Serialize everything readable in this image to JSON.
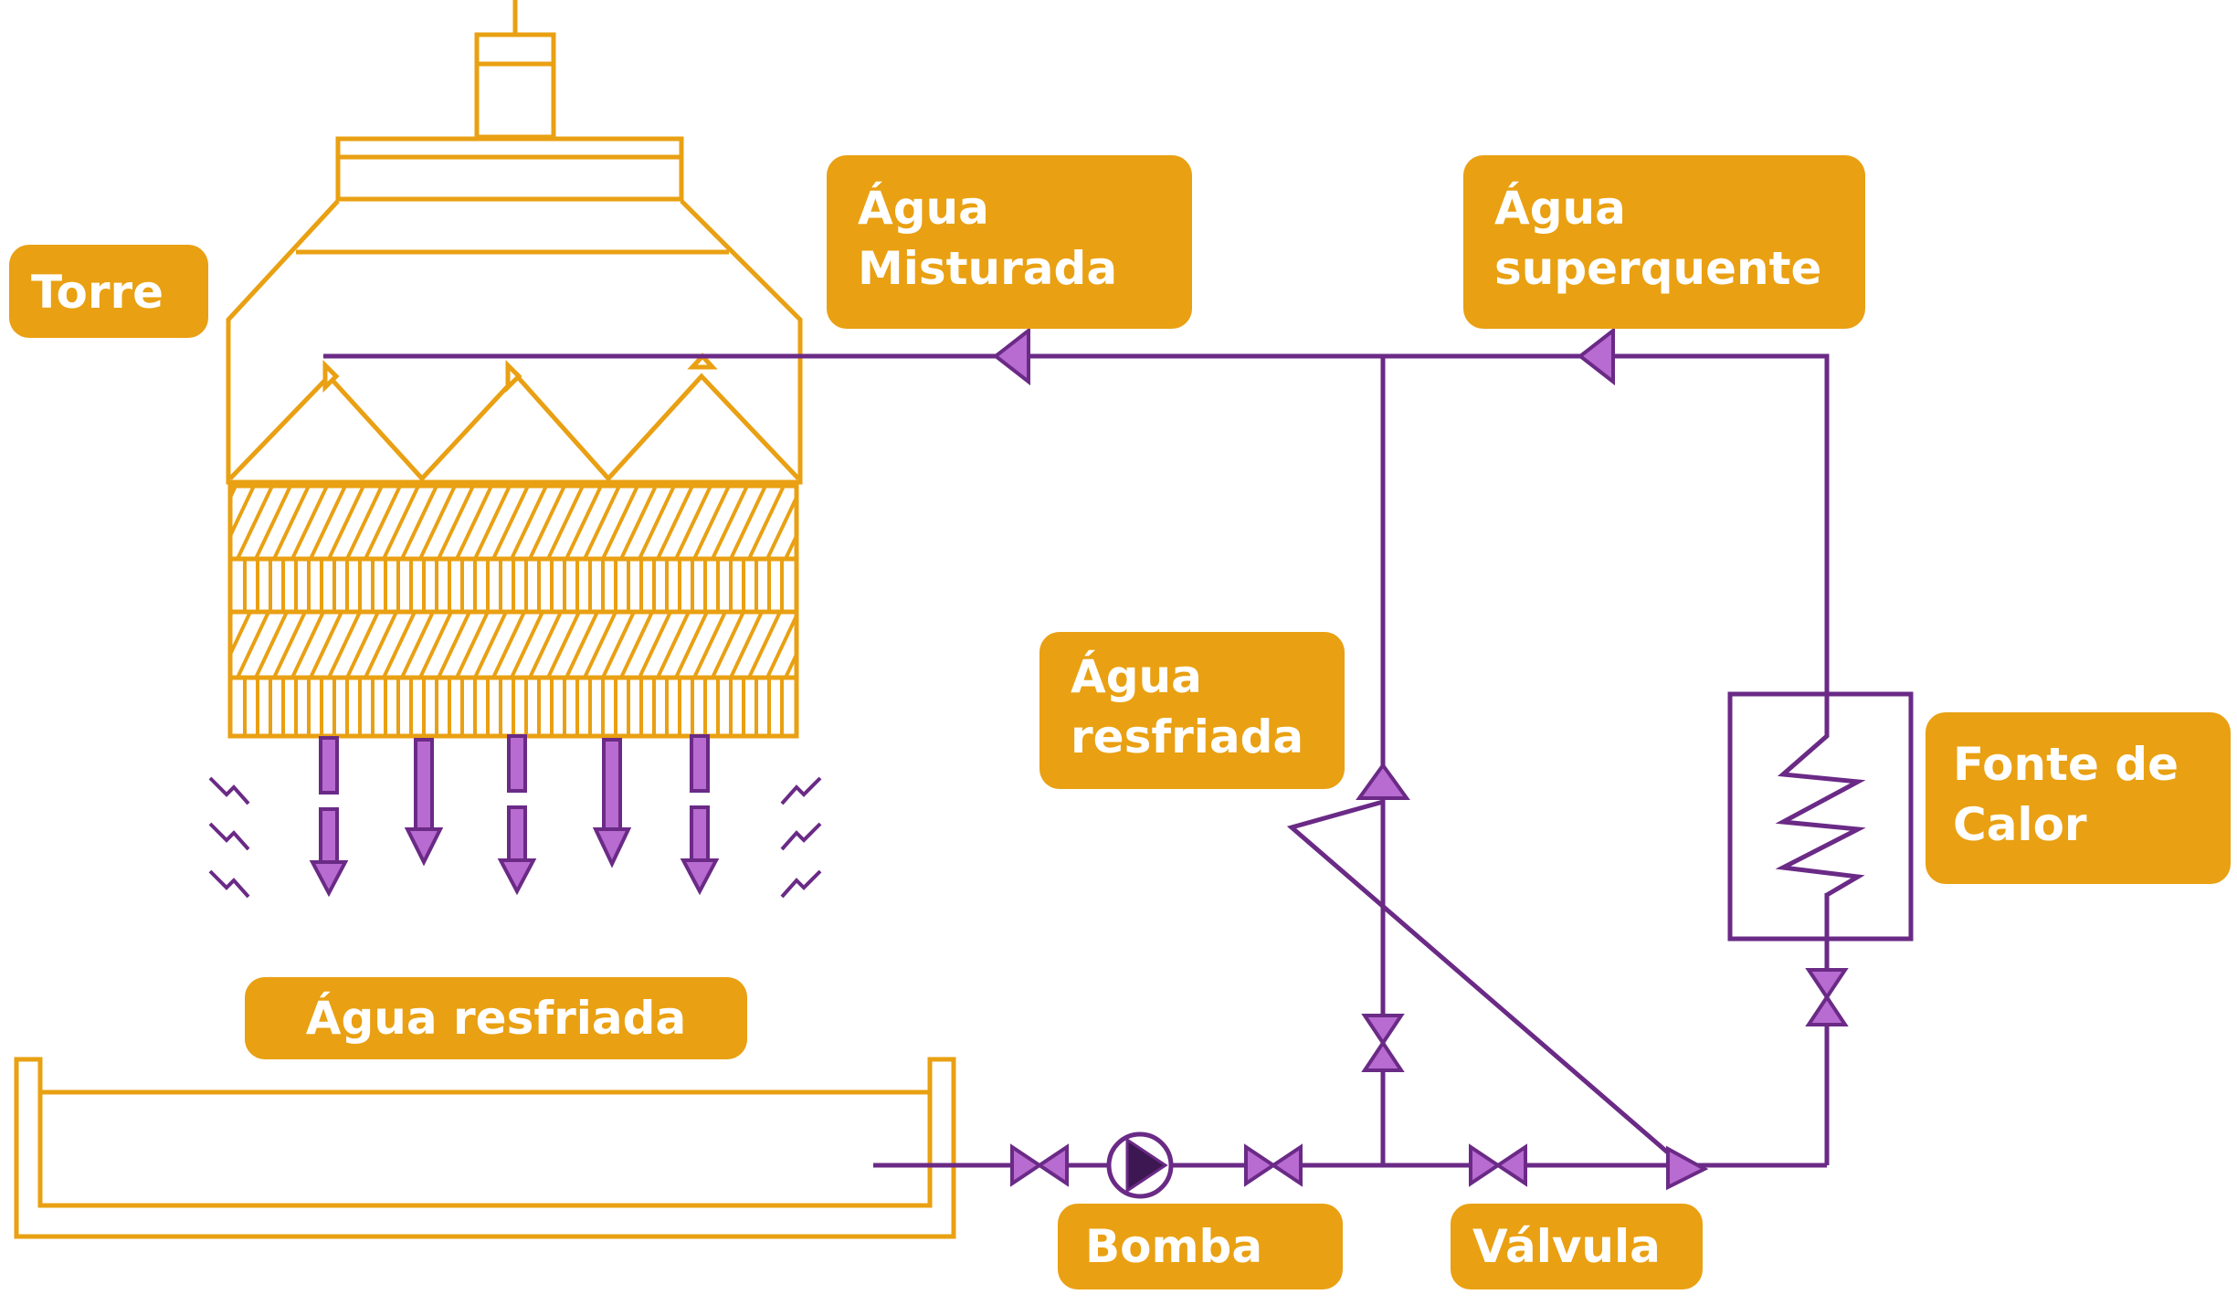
{
  "colors": {
    "tower": "#e9a012",
    "label_bg": "#e9a012",
    "label_text": "#ffffff",
    "pipe": "#6a2a86",
    "fitting_fill": "#b86bd0",
    "pump_fill": "#3d1751"
  },
  "labels": {
    "torre": "Torre",
    "agua_misturada": [
      "Água",
      "Misturada"
    ],
    "agua_superquente": [
      "Água",
      "superquente"
    ],
    "agua_resfriada_mid": [
      "Água",
      "resfriada"
    ],
    "fonte_de_calor": [
      "Fonte de",
      "Calor"
    ],
    "agua_resfriada_bottom": "Água resfriada",
    "bomba": "Bomba",
    "valvula": "Válvula"
  }
}
